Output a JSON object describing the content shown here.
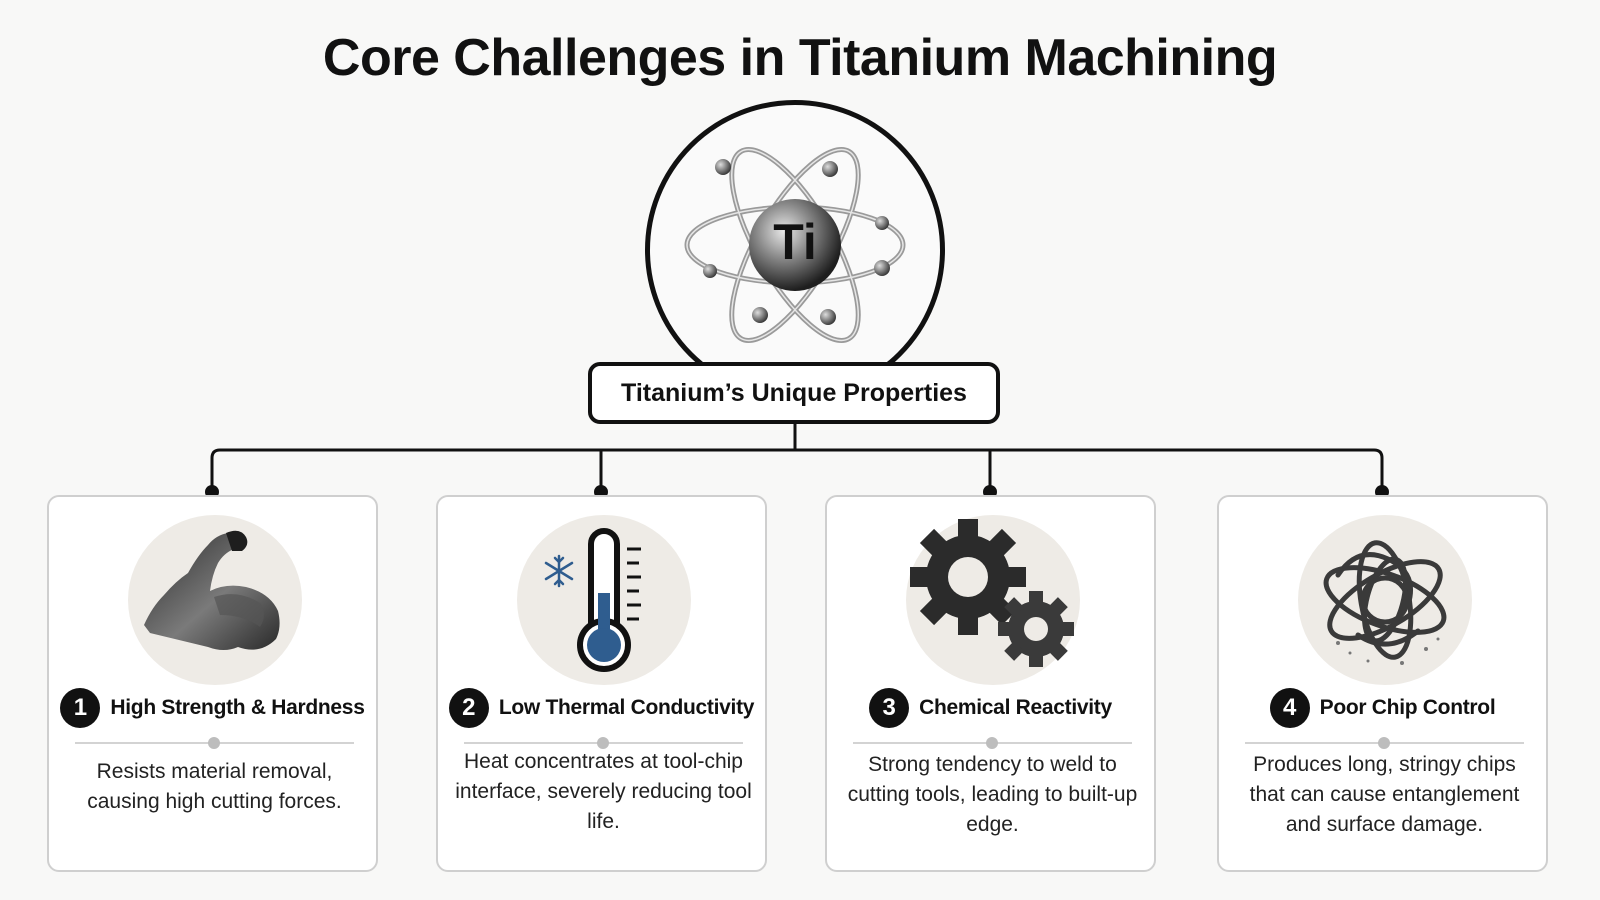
{
  "title": "Core Challenges in Titanium Machining",
  "hub": {
    "symbol": "Ti",
    "label": "Titanium’s Unique Properties",
    "icon": "titanium-atom-icon"
  },
  "cards": [
    {
      "number": "1",
      "heading": "High Strength & Hardness",
      "description": "Resists material removal, causing high cutting forces.",
      "icon": "flexed-arm-icon"
    },
    {
      "number": "2",
      "heading": "Low Thermal Conductivity",
      "description": "Heat concentrates at tool-chip interface, severely reducing tool life.",
      "icon": "thermometer-snowflake-icon"
    },
    {
      "number": "3",
      "heading": "Chemical Reactivity",
      "description": "Strong tendency to weld to cutting tools, leading to built-up edge.",
      "icon": "gears-icon"
    },
    {
      "number": "4",
      "heading": "Poor Chip Control",
      "description": "Produces long, stringy chips that can cause entanglement and surface damage.",
      "icon": "tangled-chips-icon"
    }
  ],
  "colors": {
    "thermometer_fill": "#2f5d8f",
    "icon_circle": "#eeebe6",
    "card_border": "#cfcfcf",
    "line": "#111111"
  }
}
